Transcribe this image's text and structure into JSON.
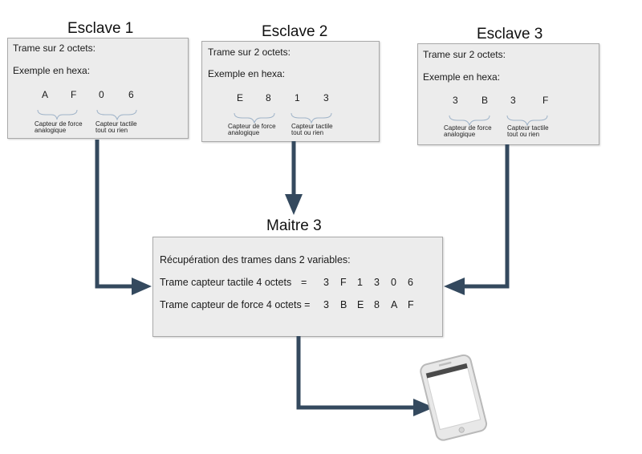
{
  "slaves": [
    {
      "title": "Esclave 1",
      "line1": "Trame sur 2 octets:",
      "line2": "Exemple en hexa:",
      "hex": [
        "A",
        "F",
        "0",
        "6"
      ],
      "cap_left": [
        "Capteur de force",
        "analogique"
      ],
      "cap_right": [
        "Capteur tactile",
        "tout ou rien"
      ]
    },
    {
      "title": "Esclave 2",
      "line1": "Trame sur 2 octets:",
      "line2": "Exemple en hexa:",
      "hex": [
        "E",
        "8",
        "1",
        "3"
      ],
      "cap_left": [
        "Capteur de force",
        "analogique"
      ],
      "cap_right": [
        "Capteur tactile",
        "tout ou rien"
      ]
    },
    {
      "title": "Esclave 3",
      "line1": "Trame sur 2 octets:",
      "line2": "Exemple en hexa:",
      "hex": [
        "3",
        "B",
        "3",
        "F"
      ],
      "cap_left": [
        "Capteur de force",
        "analogique"
      ],
      "cap_right": [
        "Capteur tactile",
        "tout ou rien"
      ]
    }
  ],
  "master": {
    "title": "Maitre 3",
    "heading": "Récupération des trames dans 2 variables:",
    "row1_label": "Trame capteur tactile 4 octets",
    "row1_eq": "=",
    "row1_values": [
      "3",
      "F",
      "1",
      "3",
      "0",
      "6"
    ],
    "row2_label": "Trame capteur de force 4 octets =",
    "row2_values": [
      "3",
      "B",
      "E",
      "8",
      "A",
      "F"
    ]
  },
  "colors": {
    "arrow": "#34495e",
    "box_fill": "#ececec",
    "box_border": "#a9a9a9"
  },
  "icons": {
    "phone": "smartphone-icon"
  }
}
